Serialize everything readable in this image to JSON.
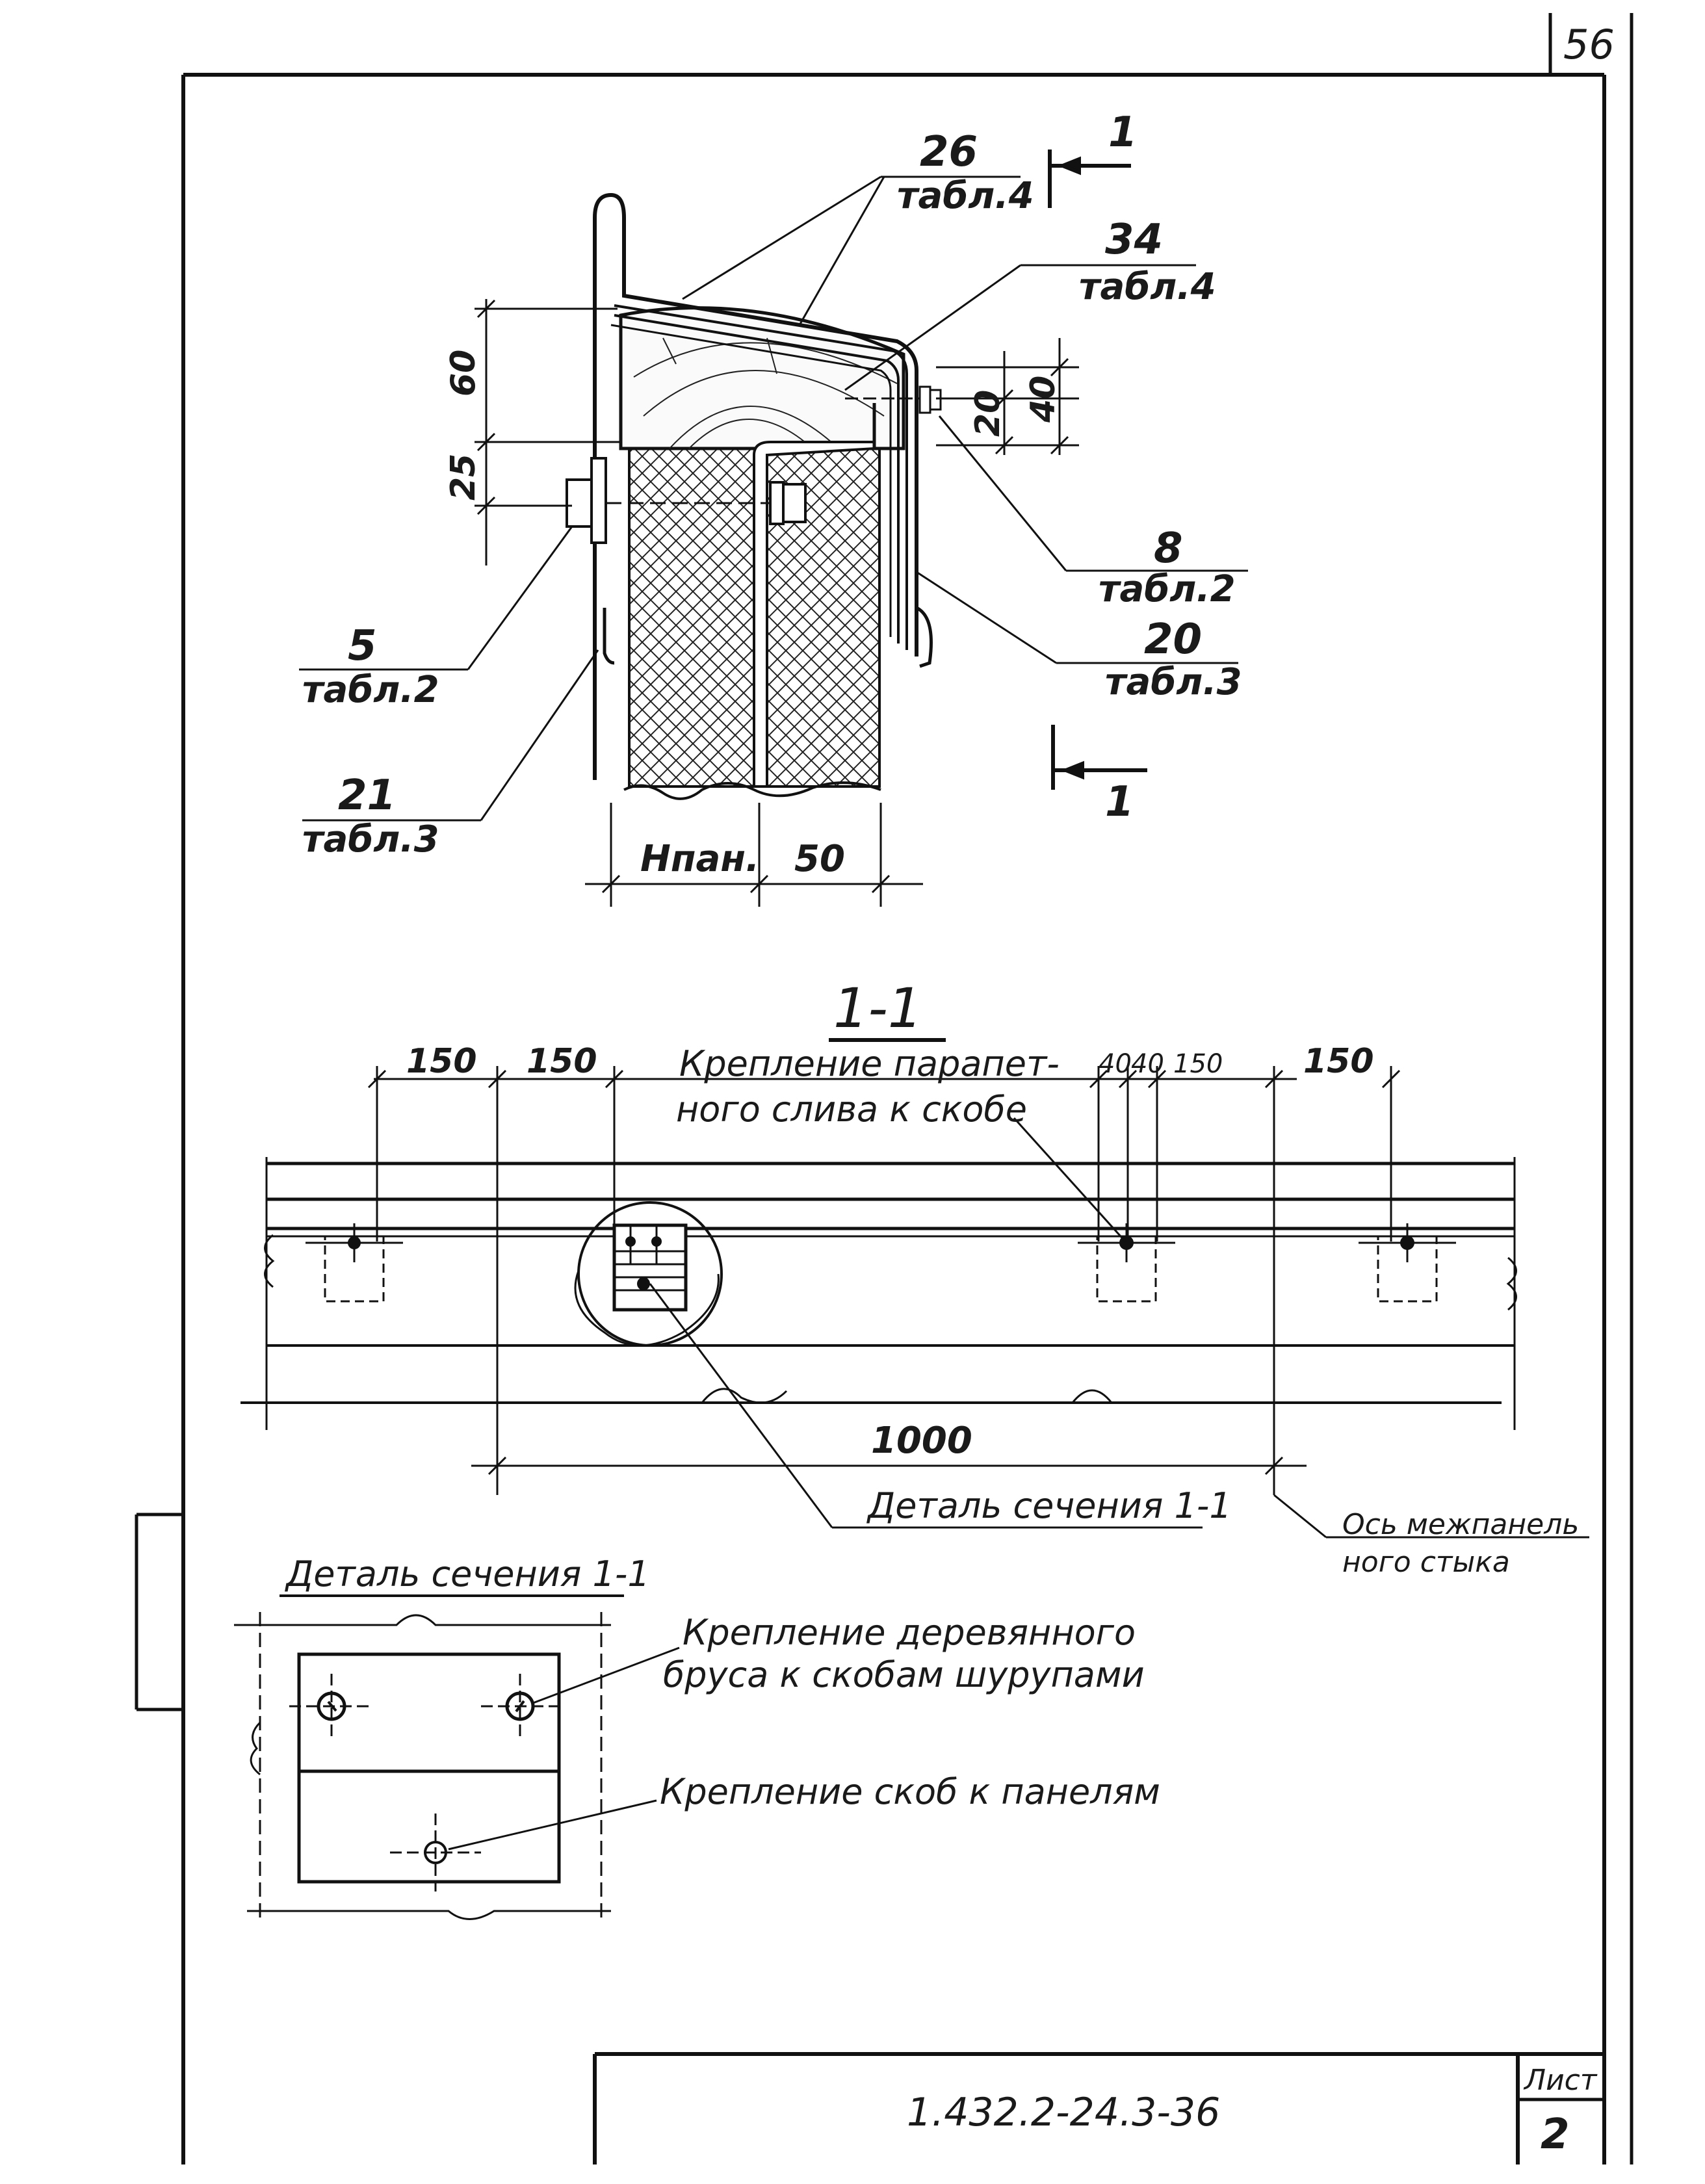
{
  "page_number": "56",
  "callouts": {
    "c26": {
      "num": "26",
      "ref": "табл.4"
    },
    "c34": {
      "num": "34",
      "ref": "табл.4"
    },
    "c8": {
      "num": "8",
      "ref": "табл.2"
    },
    "c20": {
      "num": "20",
      "ref": "табл.3"
    },
    "c5": {
      "num": "5",
      "ref": "табл.2"
    },
    "c21": {
      "num": "21",
      "ref": "табл.3"
    }
  },
  "section_marker": "1",
  "top_dims": {
    "d60": "60",
    "d25": "25",
    "d40": "40",
    "d20": "20",
    "hpan": "Нпан.",
    "d50": "50"
  },
  "section_title": "1-1",
  "section_dims": {
    "d150a": "150",
    "d150b": "150",
    "d40a": "40",
    "d40b": "40",
    "d150c": "150",
    "d150d": "150",
    "d1000": "1000"
  },
  "section_notes": {
    "parapet_fix": [
      "Крепление парапет-",
      "ного слива к скобе"
    ],
    "detail_ref": "Деталь сечения 1-1",
    "joint_axis": [
      "Ось межпанель",
      "ного стыка"
    ]
  },
  "detail": {
    "title": "Деталь сечения 1-1",
    "wood_fix": [
      "Крепление деревянного",
      "бруса к скобам шурупами"
    ],
    "bracket_fix": "Крепление скоб к панелям"
  },
  "title_block": {
    "code": "1.432.2-24.3-36",
    "sheet_label": "Лист",
    "sheet_no": "2"
  }
}
